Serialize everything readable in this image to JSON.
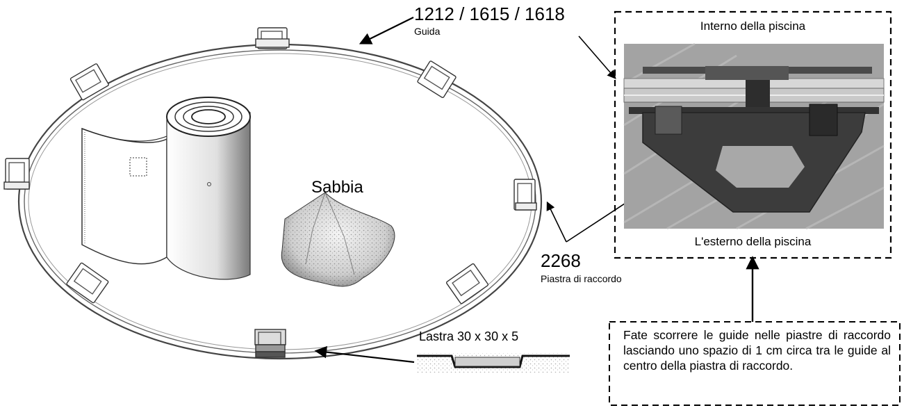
{
  "labels": {
    "guide_codes": "1212 / 1615 / 1618",
    "guide_name": "Guida",
    "sand": "Sabbia",
    "plate_code": "2268",
    "plate_name": "Piastra di raccordo",
    "slab": "Lastra 30 x 30 x 5"
  },
  "photo_panel": {
    "top_caption": "Interno della piscina",
    "bottom_caption": "L'esterno della piscina"
  },
  "instruction": {
    "text": "Fate scorrere le guide nelle piastre di raccordo lasciando uno spazio di 1 cm circa tra le guide al centro della piastra di raccordo."
  },
  "colors": {
    "line": "#000000",
    "background": "#ffffff",
    "photo_floor": "#9a9a9a",
    "plate_dark": "#3a3a3a"
  }
}
